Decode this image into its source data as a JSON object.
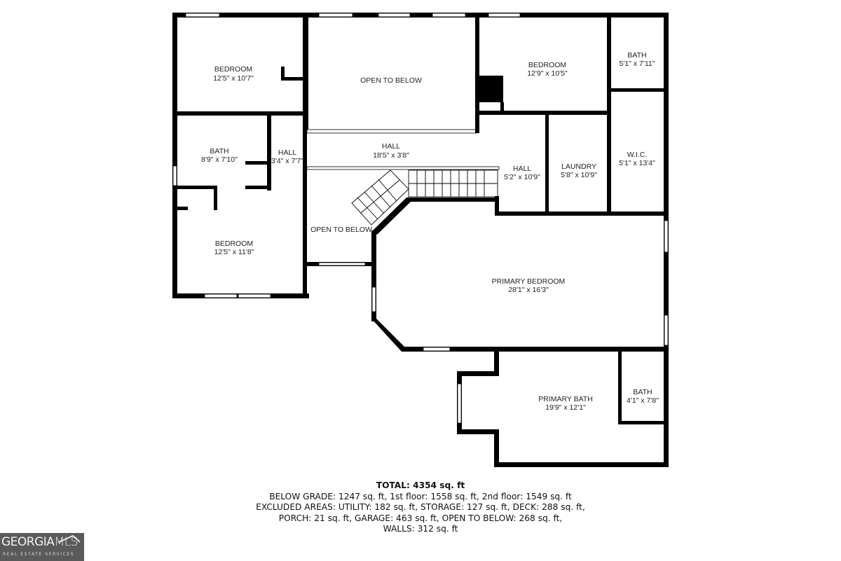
{
  "floor_plan": {
    "rooms": [
      {
        "id": "bedroom-nw",
        "name": "BEDROOM",
        "dims": "12'5\" x 10'7\""
      },
      {
        "id": "bath-w",
        "name": "BATH",
        "dims": "8'9\" x 7'10\""
      },
      {
        "id": "hall-w",
        "name": "HALL",
        "dims": "3'4\" x 7'7\""
      },
      {
        "id": "bedroom-sw",
        "name": "BEDROOM",
        "dims": "12'5\" x 11'8\""
      },
      {
        "id": "open-below-top",
        "name": "OPEN TO BELOW",
        "dims": ""
      },
      {
        "id": "hall-center",
        "name": "HALL",
        "dims": "18'5\" x 3'8\""
      },
      {
        "id": "open-below-stairs",
        "name": "OPEN TO BELOW",
        "dims": ""
      },
      {
        "id": "bedroom-ne",
        "name": "BEDROOM",
        "dims": "12'9\" x 10'5\""
      },
      {
        "id": "bath-ne",
        "name": "BATH",
        "dims": "5'1\" x 7'11\""
      },
      {
        "id": "hall-e",
        "name": "HALL",
        "dims": "5'2\" x 10'9\""
      },
      {
        "id": "laundry",
        "name": "LAUNDRY",
        "dims": "5'8\" x 10'9\""
      },
      {
        "id": "wic",
        "name": "W.I.C.",
        "dims": "5'1\" x 13'4\""
      },
      {
        "id": "primary-bedroom",
        "name": "PRIMARY BEDROOM",
        "dims": "28'1\" x 16'3\""
      },
      {
        "id": "primary-bath",
        "name": "PRIMARY BATH",
        "dims": "19'9\" x 12'1\""
      },
      {
        "id": "bath-se",
        "name": "BATH",
        "dims": "4'1\" x 7'8\""
      }
    ]
  },
  "summary": {
    "total": "TOTAL: 4354 sq. ft",
    "line1": "BELOW GRADE: 1247 sq. ft, 1st floor: 1558 sq. ft, 2nd floor: 1549 sq. ft",
    "line2": "EXCLUDED AREAS: UTILITY: 182 sq. ft, STORAGE: 127 sq. ft, DECK: 288 sq. ft,",
    "line3": "PORCH: 21 sq. ft, GARAGE: 463 sq. ft, OPEN TO BELOW: 268 sq. ft,",
    "line4": "WALLS: 312 sq. ft"
  },
  "logo": {
    "brand_main": "GEORGIA",
    "brand_accent": "MLS",
    "tagline": "REAL ESTATE SERVICES"
  }
}
